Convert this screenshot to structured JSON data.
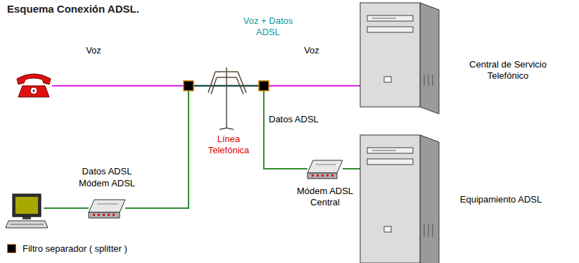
{
  "diagram": {
    "title": "Esquema Conexión ADSL.",
    "nodes": [
      {
        "text": [
          "Central de Servicio Telefónico"
        ]
      },
      {
        "text": [
          "Módem ADSL"
        ]
      },
      {
        "text": [
          "Módem ADSL Central"
        ]
      },
      {
        "text": [
          "Equipamiento ADSL"
        ]
      }
    ],
    "edges": [
      {
        "from": 2,
        "to": 3,
        "arrow": "none"
      }
    ],
    "labels": [
      "Voz",
      "Voz + Datos ADSL",
      "Voz",
      "Línea Telefónica",
      "Datos ADSL",
      "Datos ADSL"
    ],
    "legend": [
      {
        "text": "Filtro separador ( splitter )",
        "color": "#000000"
      }
    ]
  }
}
